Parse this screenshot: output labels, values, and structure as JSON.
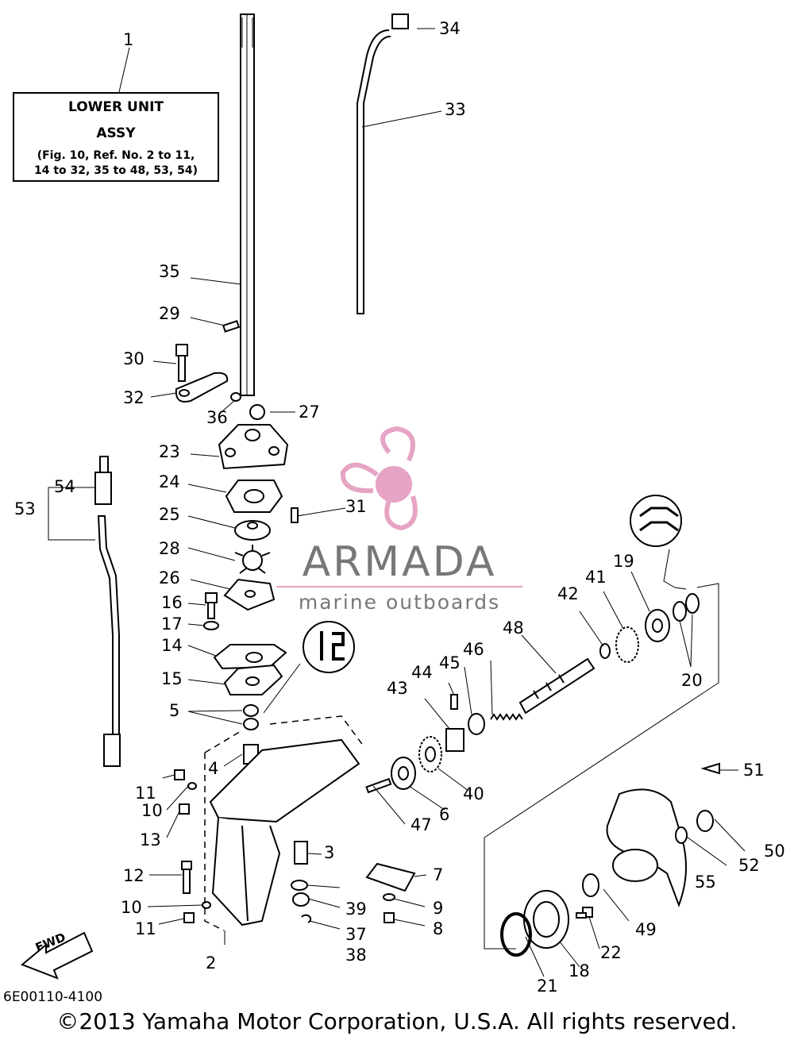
{
  "assembly_box": {
    "line1": "LOWER UNIT",
    "line2": "ASSY",
    "line3": "(Fig. 10, Ref. No. 2 to 11,",
    "line4": "14 to 32, 35 to 48, 53, 54)"
  },
  "part_numbers": [
    "1",
    "2",
    "3",
    "4",
    "5",
    "6",
    "7",
    "8",
    "9",
    "10",
    "10",
    "11",
    "11",
    "12",
    "13",
    "14",
    "15",
    "16",
    "17",
    "18",
    "19",
    "20",
    "21",
    "22",
    "23",
    "24",
    "25",
    "26",
    "27",
    "28",
    "29",
    "30",
    "31",
    "32",
    "33",
    "34",
    "35",
    "36",
    "37",
    "38",
    "39",
    "40",
    "41",
    "42",
    "43",
    "44",
    "45",
    "46",
    "47",
    "48",
    "49",
    "50",
    "51",
    "52",
    "53",
    "54",
    "55"
  ],
  "fwd_label": "FWD",
  "diagram_code": "6E00110-4100",
  "watermark": {
    "brand": "ARMADA",
    "tagline": "marine outboards",
    "accent_color": "#e6a3c4",
    "text_color": "#777777"
  },
  "copyright": "©2013 Yamaha Motor Corporation, U.S.A. All rights reserved."
}
